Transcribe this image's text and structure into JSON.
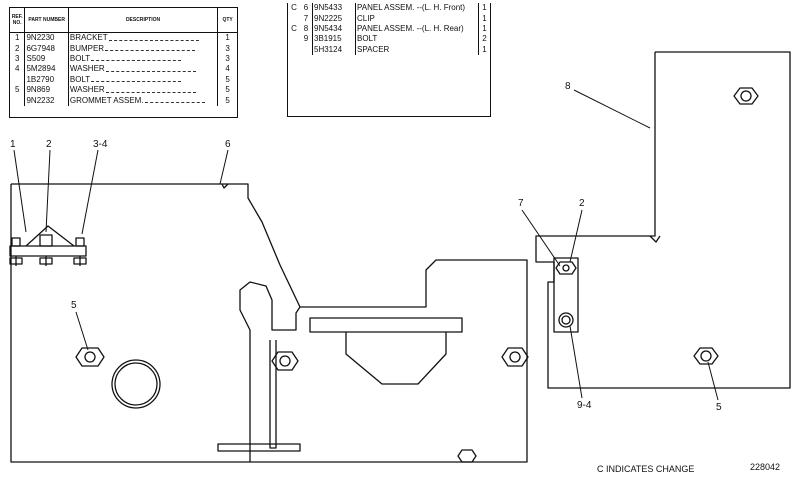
{
  "table_left": {
    "headers": {
      "ref": "REF. NO.",
      "part_number": "PART NUMBER",
      "description": "DESCRIPTION",
      "qty": "QTY"
    },
    "rows": [
      {
        "ref": "1",
        "part_number": "9N2230",
        "description": "BRACKET",
        "qty": "1"
      },
      {
        "ref": "2",
        "part_number": "6G7948",
        "description": "BUMPER",
        "qty": "3"
      },
      {
        "ref": "3",
        "part_number": "S509",
        "description": "BOLT",
        "qty": "3"
      },
      {
        "ref": "4",
        "part_number": "5M2894",
        "description": "WASHER",
        "qty": "4"
      },
      {
        "ref": "",
        "part_number": "1B2790",
        "description": "BOLT",
        "qty": "5"
      },
      {
        "ref": "5",
        "part_number": "9N869",
        "description": "WASHER",
        "qty": "5"
      },
      {
        "ref": "",
        "part_number": "9N2232",
        "description": "GROMMET ASSEM.",
        "qty": "5"
      }
    ]
  },
  "table_right": {
    "rows": [
      {
        "mark": "C",
        "ref": "6",
        "part_number": "9N5433",
        "description": "PANEL ASSEM. --(L. H. Front)",
        "qty": "1"
      },
      {
        "mark": "",
        "ref": "7",
        "part_number": "9N2225",
        "description": "CLIP",
        "qty": "1"
      },
      {
        "mark": "C",
        "ref": "8",
        "part_number": "9N5434",
        "description": "PANEL ASSEM. --(L. H. Rear)",
        "qty": "1"
      },
      {
        "mark": "",
        "ref": "9",
        "part_number": "3B1915",
        "description": "BOLT",
        "qty": "2"
      },
      {
        "mark": "",
        "ref": "",
        "part_number": "5H3124",
        "description": "SPACER",
        "qty": "1"
      }
    ]
  },
  "callouts": {
    "c1": "1",
    "c2": "2",
    "c34": "3-4",
    "c6": "6",
    "c5a": "5",
    "c7": "7",
    "c2b": "2",
    "c8": "8",
    "c94": "9-4",
    "c5b": "5"
  },
  "footer": {
    "note": "C INDICATES CHANGE",
    "drawing_number": "228042"
  }
}
